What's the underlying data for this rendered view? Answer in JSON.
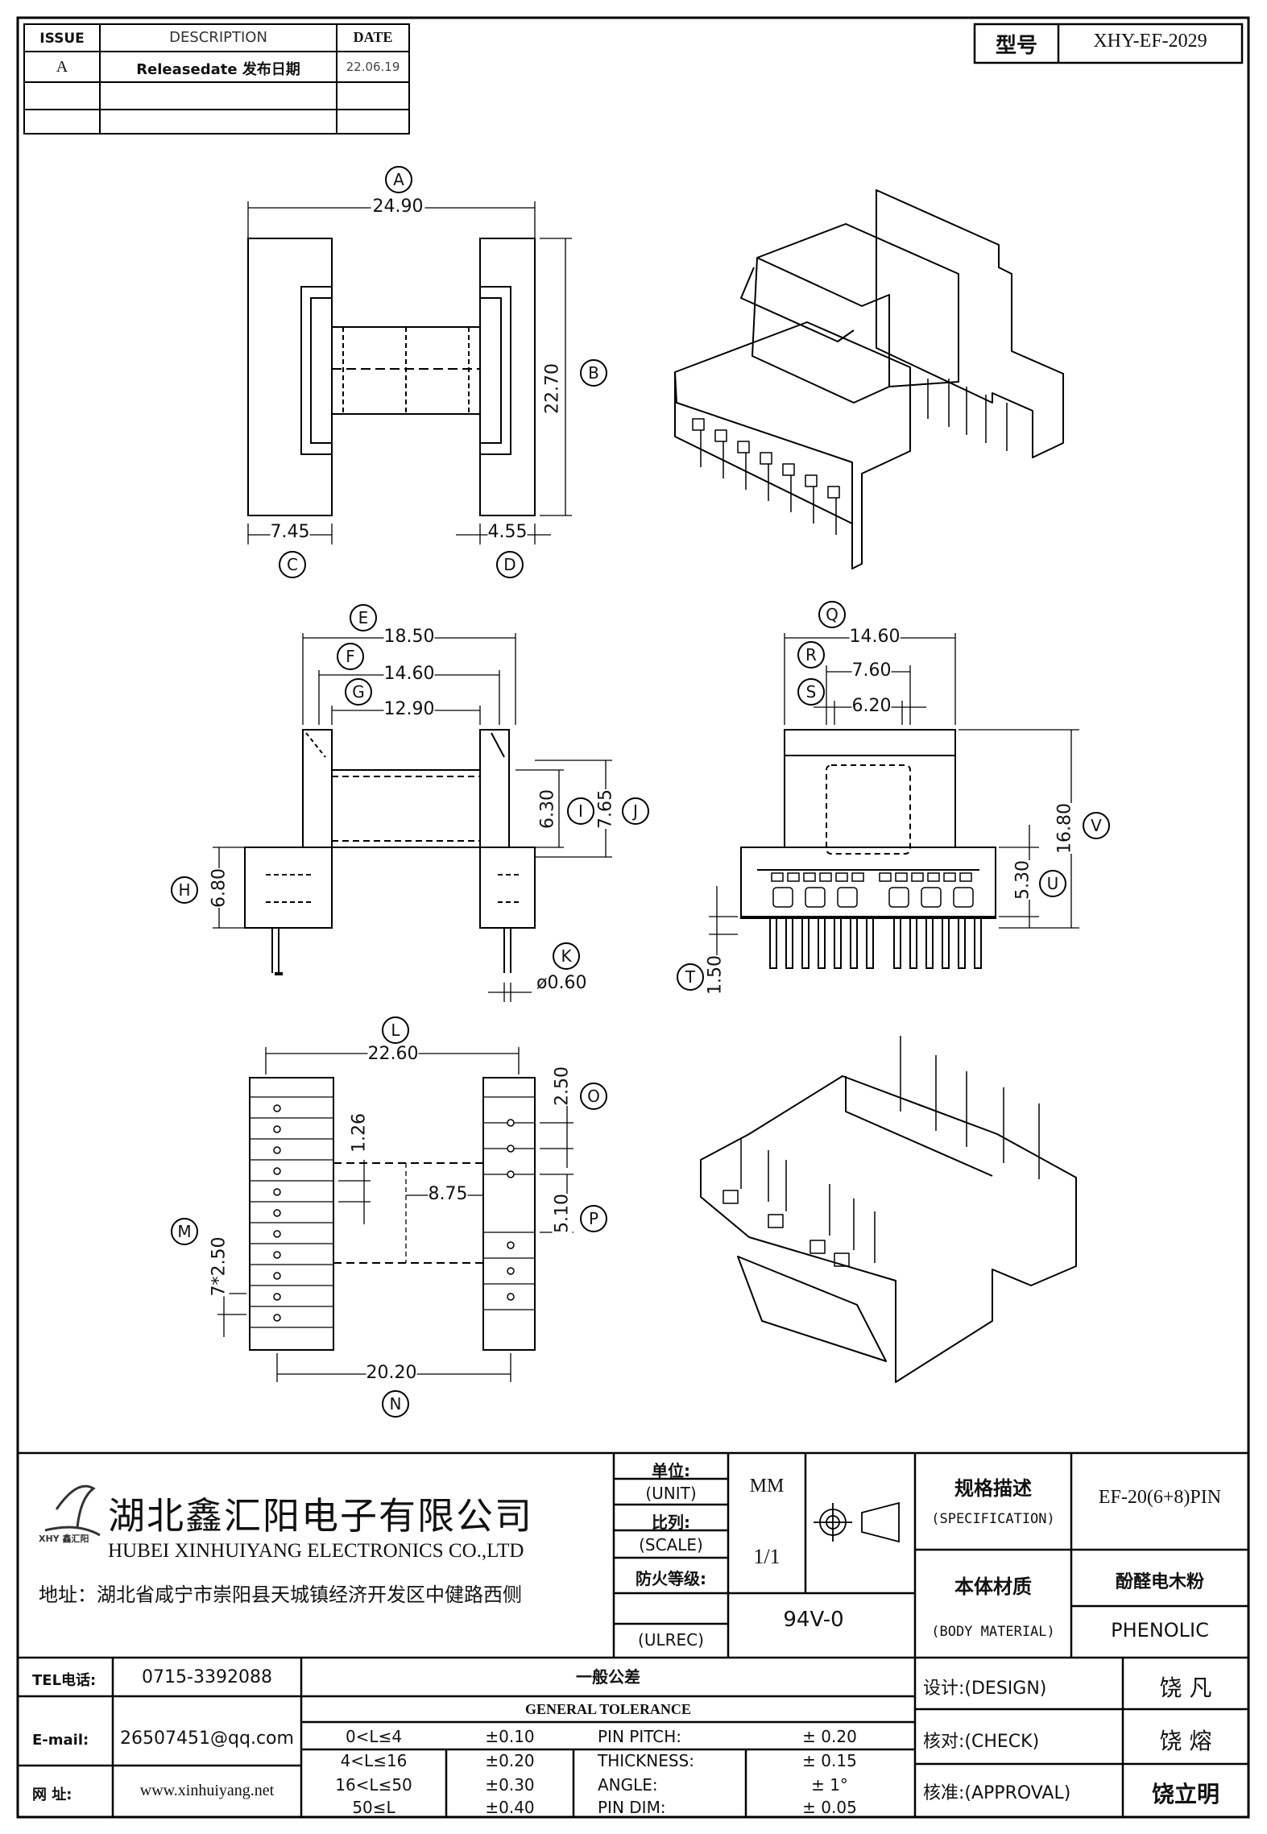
{
  "revision_table": {
    "headers": [
      "ISSUE",
      "DESCRIPTION",
      "DATE"
    ],
    "rows": [
      {
        "issue": "A",
        "description": "Releasedate 发布日期",
        "date": "22.06.19"
      },
      {
        "issue": "",
        "description": "",
        "date": ""
      },
      {
        "issue": "",
        "description": "",
        "date": ""
      }
    ]
  },
  "model_box": {
    "label": "型号",
    "value": "XHY-EF-2029"
  },
  "dimensions": {
    "A": "24.90",
    "B": "22.70",
    "C": "7.45",
    "D": "4.55",
    "E": "18.50",
    "F": "14.60",
    "G": "12.90",
    "H": "6.80",
    "I": "6.30",
    "J": "7.65",
    "K": "ø0.60",
    "L": "22.60",
    "M": "7*2.50",
    "N": "20.20",
    "O": "2.50",
    "P": "5.10",
    "Q": "14.60",
    "R": "7.60",
    "S": "6.20",
    "T": "1.50",
    "U": "5.30",
    "V": "16.80",
    "bottom_pitch_small": "1.26",
    "bottom_center": "8.75"
  },
  "company": {
    "name_cn": "湖北鑫汇阳电子有限公司",
    "name_en": "HUBEI XINHUIYANG ELECTRONICS CO.,LTD",
    "address": "地址：湖北省咸宁市崇阳县天城镇经济开发区中健路西侧",
    "logo_text": "XHY 鑫汇阳"
  },
  "title_block": {
    "unit_label_cn": "单位:",
    "unit_label_en": "(UNIT)",
    "unit_value": "MM",
    "scale_label_cn": "比列:",
    "scale_label_en": "(SCALE)",
    "scale_value": "1/1",
    "fire_label_cn": "防火等级:",
    "fire_label_en": "(ULREC)",
    "fire_value": "94V-0",
    "spec_label_cn": "规格描述",
    "spec_label_en": "(SPECIFICATION)",
    "spec_value": "EF-20(6+8)PIN",
    "material_label_cn": "本体材质",
    "material_label_en": "(BODY MATERIAL)",
    "material_value_cn": "酚醛电木粉",
    "material_value_en": "PHENOLIC"
  },
  "contact": {
    "tel_label": "TEL电话:",
    "tel": "0715-3392088",
    "email_label": "E-mail:",
    "email": "26507451@qq.com",
    "web_label": "网  址:",
    "web": "www.xinhuiyang.net"
  },
  "tolerance": {
    "title_cn": "一般公差",
    "title_en": "GENERAL TOLERANCE",
    "rows": [
      {
        "range": "0<L≤4",
        "tol": "±0.10",
        "item": "PIN PITCH:",
        "value": "± 0.20"
      },
      {
        "range": "4<L≤16",
        "tol": "±0.20",
        "item": "THICKNESS:",
        "value": "± 0.15"
      },
      {
        "range": "16<L≤50",
        "tol": "±0.30",
        "item": "ANGLE:",
        "value": "± 1°"
      },
      {
        "range": "50≤L",
        "tol": "±0.40",
        "item": "PIN DIM:",
        "value": "± 0.05"
      }
    ]
  },
  "signoff": {
    "design_label": "设计:(DESIGN)",
    "design_name": "饶  凡",
    "check_label": "核对:(CHECK)",
    "check_name": "饶  熔",
    "approval_label": "核准:(APPROVAL)",
    "approval_name": "饶立明"
  }
}
